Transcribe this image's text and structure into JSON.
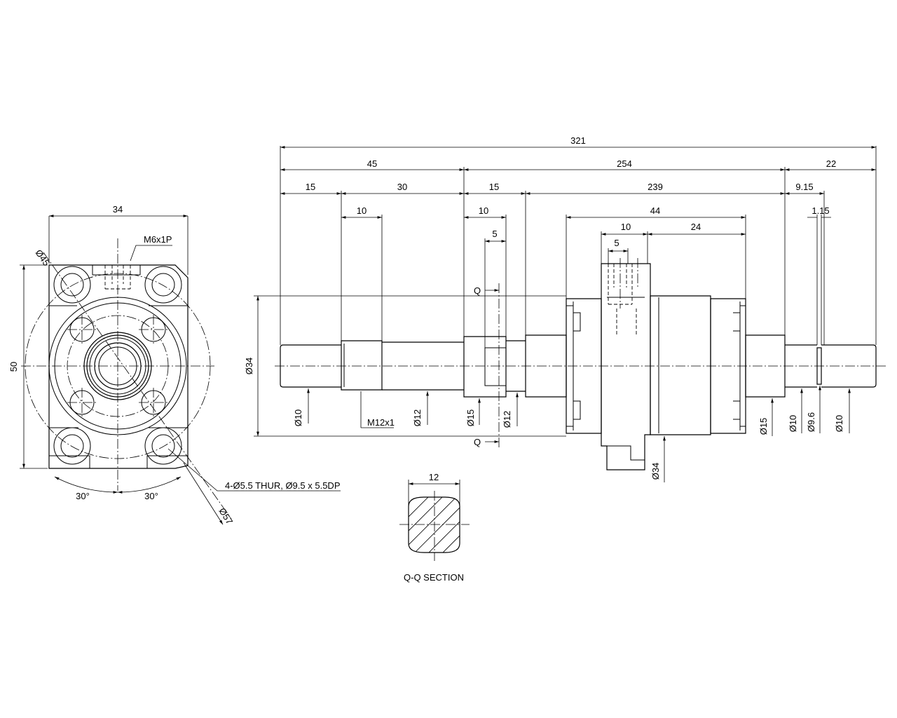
{
  "dimensions": {
    "overall_length": "321",
    "left_segment": "45",
    "middle_segment": "254",
    "right_segment": "22",
    "end_journal_len": "15",
    "thread_zone_len": "30",
    "collar_len": "15",
    "screw_len": "239",
    "right_step_len": "9.15",
    "thread_len": "10",
    "flat_len": "10",
    "flat_width": "5",
    "nut_len": "44",
    "flange_len": "10",
    "flange_hole_len": "5",
    "nut_body_len": "24",
    "groove_len": "1.15",
    "flange_width": "34",
    "flange_height": "50",
    "nut_dia": "Ø34",
    "nut_dia_lower": "Ø34",
    "journal_dia_left": "Ø10",
    "thread_spec": "M12x1",
    "dia_12_a": "Ø12",
    "dia_15_a": "Ø15",
    "dia_12_b": "Ø12",
    "dia_15_b": "Ø15",
    "dia_10_a": "Ø10",
    "dia_9_6": "Ø9.6",
    "dia_10_b": "Ø10",
    "pcd_45": "Ø45",
    "od_57": "Ø57",
    "tap_spec": "M6x1P",
    "hole_spec": "4-Ø5.5 THUR, Ø9.5 x 5.5DP",
    "angle_left": "30°",
    "angle_right": "30°",
    "section_width": "12",
    "section_mark_top": "Q",
    "section_mark_bottom": "Q",
    "section_title": "Q-Q SECTION"
  }
}
